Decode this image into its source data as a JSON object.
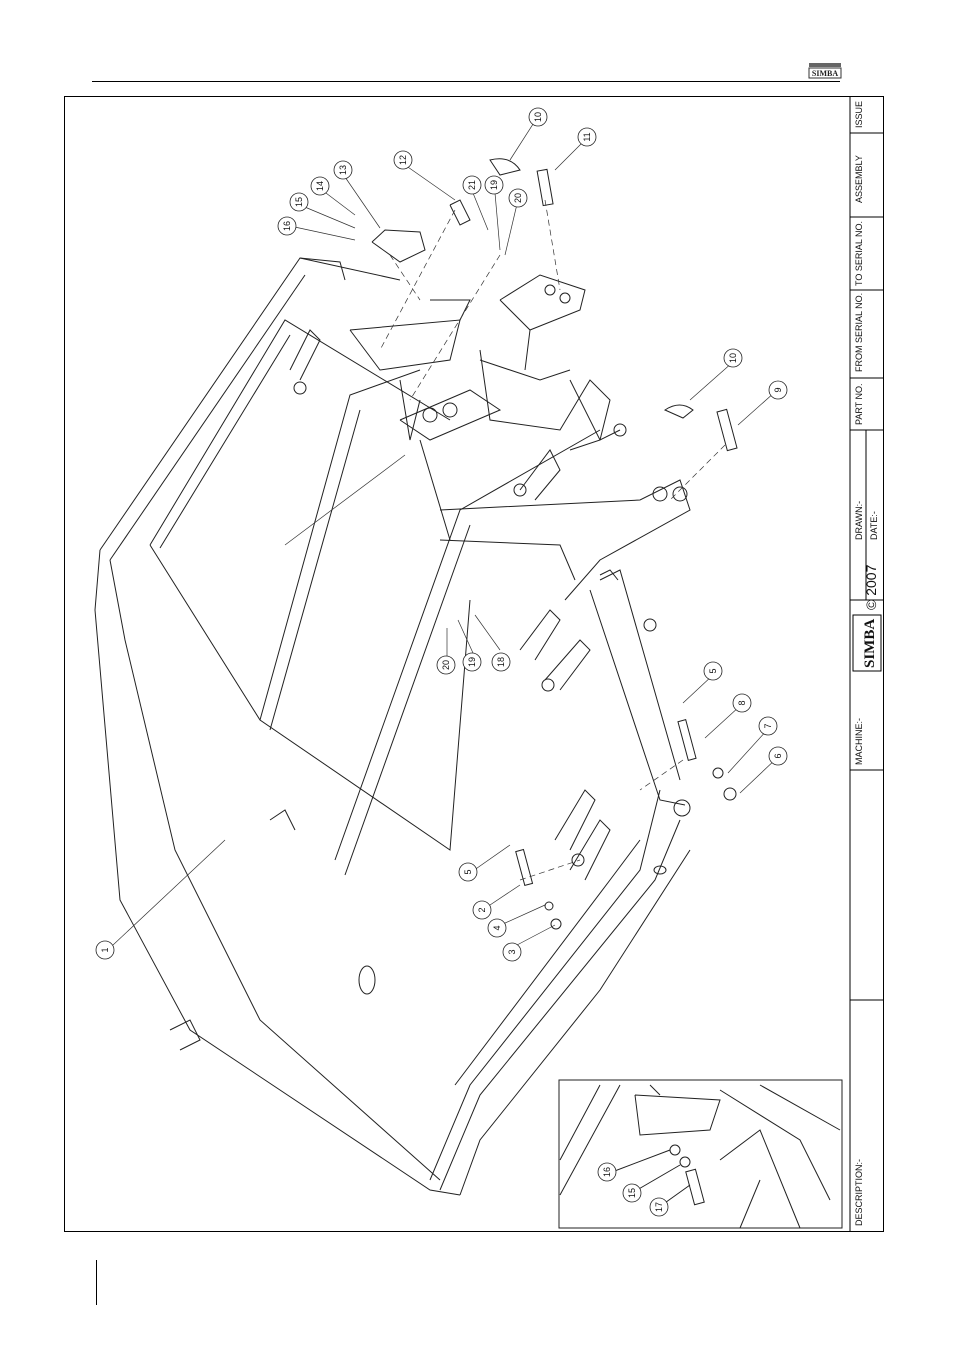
{
  "title_block": {
    "issue": "ISSUE",
    "assembly": "ASSEMBLY",
    "to_serial": "TO SERIAL NO.",
    "from_serial": "FROM SERIAL NO.",
    "part_no": "PART NO.",
    "drawn": "DRAWN:-",
    "date": "DATE:-",
    "copyright": "© 2007",
    "brand": "SIMBA",
    "machine": "MACHINE:-",
    "description": "DESCRIPTION:-"
  },
  "header_logo": "SIMBA",
  "callouts": [
    "1",
    "2",
    "3",
    "4",
    "5",
    "5",
    "6",
    "7",
    "8",
    "9",
    "10",
    "10",
    "11",
    "12",
    "13",
    "14",
    "15",
    "16",
    "18",
    "19",
    "19",
    "20",
    "20",
    "21"
  ],
  "detail_callouts": [
    "16",
    "15",
    "17"
  ]
}
